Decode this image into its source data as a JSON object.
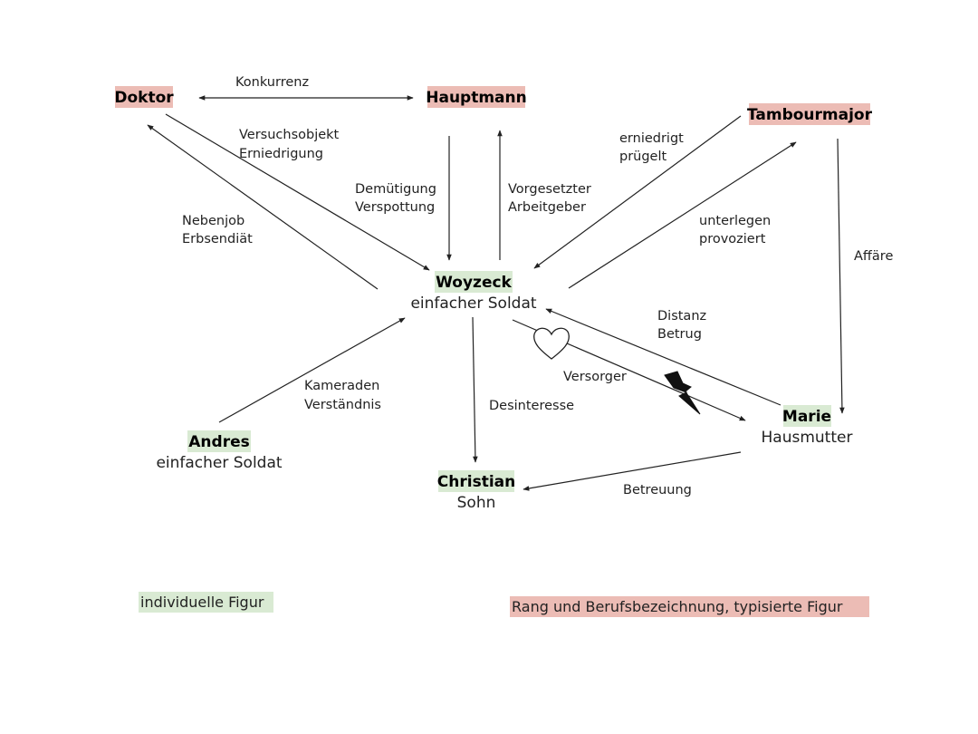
{
  "colors": {
    "individual": "#d9ead3",
    "typified": "#ecbcb5",
    "line": "#222222"
  },
  "figures": {
    "doktor": {
      "name": "Doktor"
    },
    "hauptmann": {
      "name": "Hauptmann"
    },
    "tambourmajor": {
      "name": "Tambourmajor"
    },
    "woyzeck": {
      "name": "Woyzeck",
      "role": "einfacher Soldat"
    },
    "andres": {
      "name": "Andres",
      "role": "einfacher Soldat"
    },
    "christian": {
      "name": "Christian",
      "role": "Sohn"
    },
    "marie": {
      "name": "Marie",
      "role": "Hausmutter"
    }
  },
  "relations": {
    "konkurrenz": [
      "Konkurrenz"
    ],
    "versuchsobjekt": [
      "Versuchsobjekt",
      "Erniedrigung"
    ],
    "nebenjob": [
      "Nebenjob",
      "Erbsendiät"
    ],
    "demuetigung": [
      "Demütigung",
      "Verspottung"
    ],
    "vorgesetzter": [
      "Vorgesetzter",
      "Arbeitgeber"
    ],
    "erniedrigt": [
      "erniedrigt",
      "prügelt"
    ],
    "unterlegen": [
      "unterlegen",
      "provoziert"
    ],
    "affaere": [
      "Affäre"
    ],
    "distanz": [
      "Distanz",
      "Betrug"
    ],
    "versorger": [
      "Versorger"
    ],
    "kameraden": [
      "Kameraden",
      "Verständnis"
    ],
    "desinteresse": [
      "Desinteresse"
    ],
    "betreuung": [
      "Betreuung"
    ]
  },
  "legend": {
    "individual": "individuelle Figur",
    "typified": "Rang und Berufsbezeichnung, typisierte Figur"
  }
}
